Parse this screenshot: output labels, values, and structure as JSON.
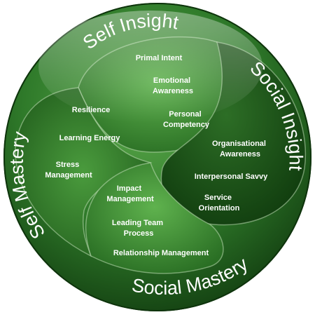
{
  "quadrants": {
    "self_insight": {
      "title": "Self Insight",
      "items": [
        "Primal Intent",
        "Emotional Awareness",
        "Personal Competency"
      ]
    },
    "social_insight": {
      "title": "Social Insight",
      "items": [
        "Organisational Awareness",
        "Interpersonal Savvy",
        "Service Orientation"
      ]
    },
    "social_mastery": {
      "title": "Social Mastery",
      "items": [
        "Impact Management",
        "Leading Team Process",
        "Relationship Management"
      ]
    },
    "self_mastery": {
      "title": "Self Mastery",
      "items": [
        "Resilience",
        "Learning Energy",
        "Stress Management"
      ]
    }
  },
  "colors": {
    "outer_ring": "#2f7a2a",
    "lobe_light": "#3d8f33",
    "lobe_dark": "#174d14",
    "text": "#ffffff"
  }
}
